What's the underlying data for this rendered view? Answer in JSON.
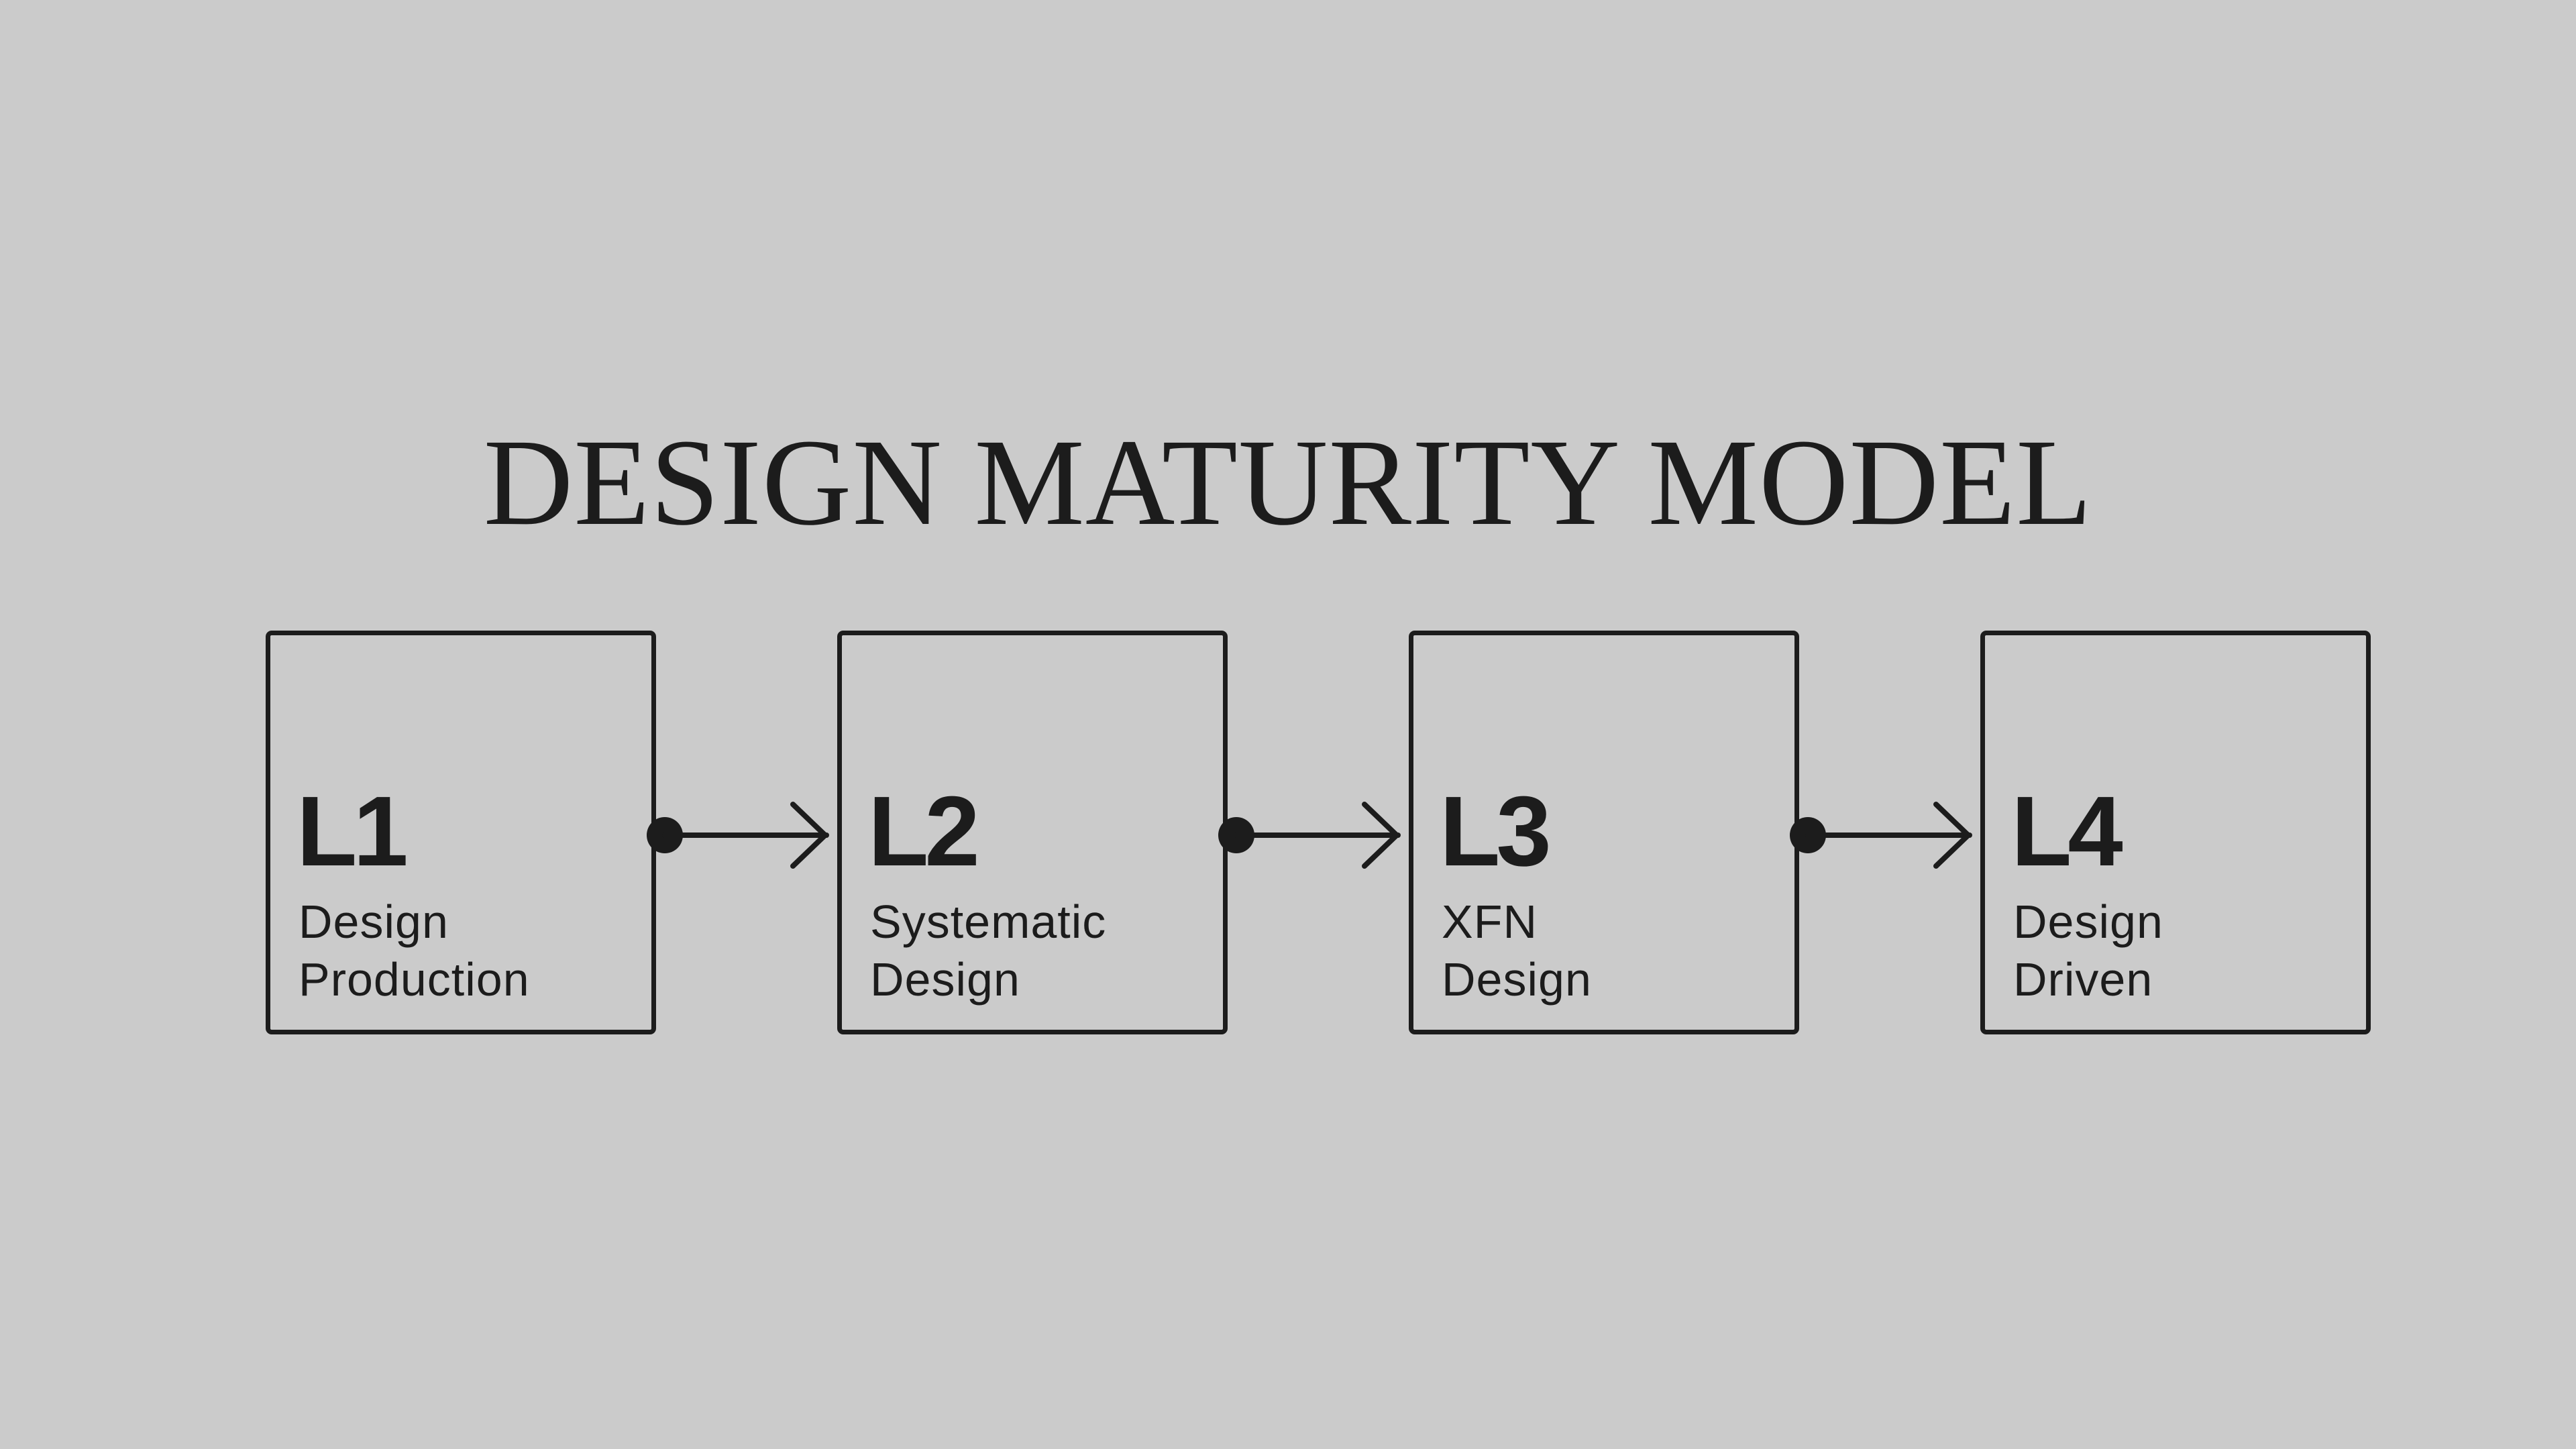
{
  "title": "DESIGN MATURITY MODEL",
  "levels": [
    {
      "code": "L1",
      "name_line1": "Design",
      "name_line2": "Production"
    },
    {
      "code": "L2",
      "name_line1": "Systematic",
      "name_line2": "Design"
    },
    {
      "code": "L3",
      "name_line1": "XFN",
      "name_line2": "Design"
    },
    {
      "code": "L4",
      "name_line1": "Design",
      "name_line2": "Driven"
    }
  ],
  "colors": {
    "background": "#cbcbcb",
    "ink": "#1c1c1c"
  },
  "icons": {
    "connector": "dot-arrow-right-icon"
  }
}
